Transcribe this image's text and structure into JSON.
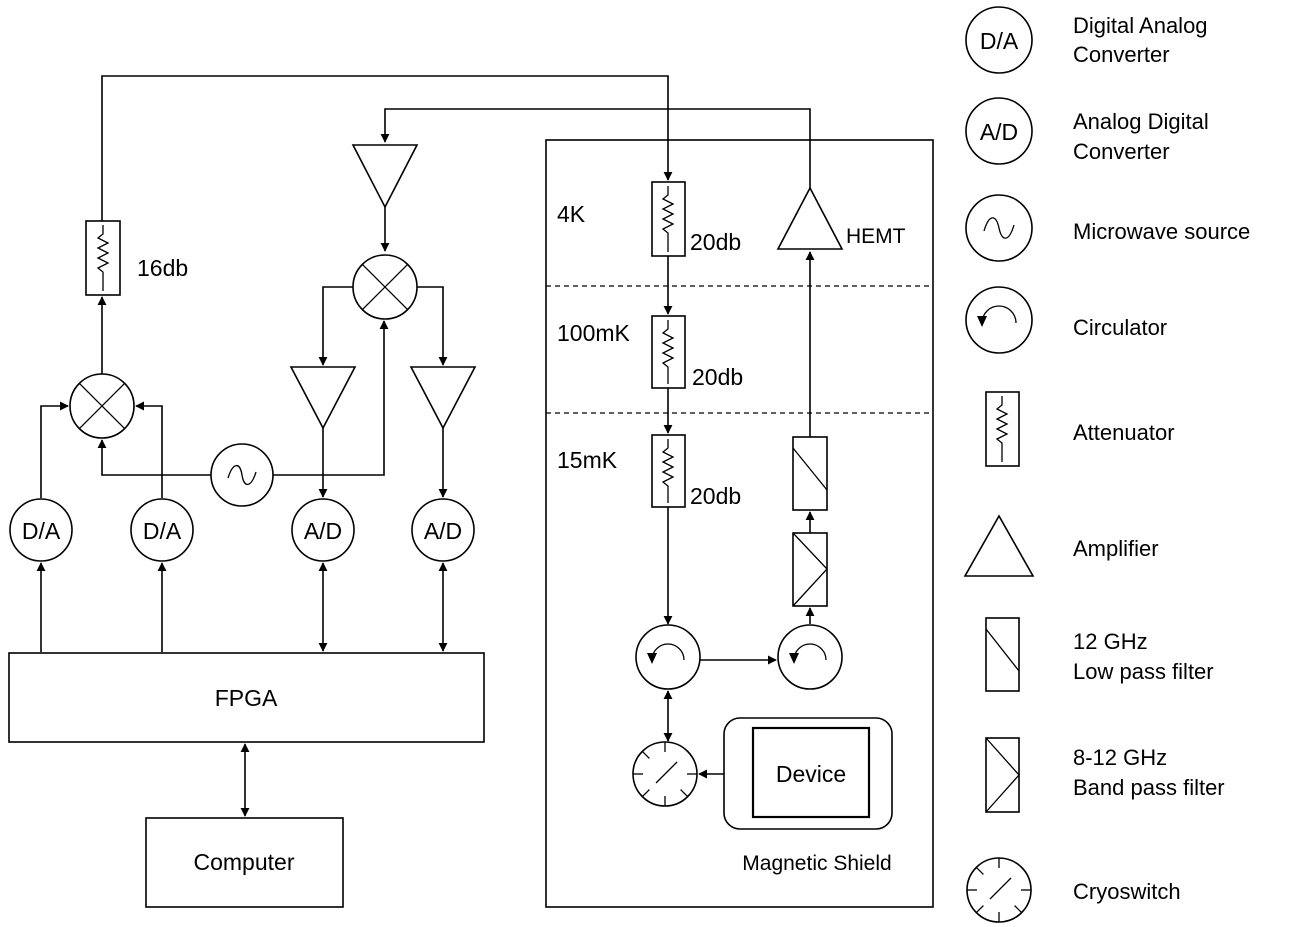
{
  "blocks": {
    "fpga": "FPGA",
    "computer": "Computer",
    "device": "Device",
    "magnetic_shield": "Magnetic Shield",
    "hemt": "HEMT",
    "da_1": "D/A",
    "da_2": "D/A",
    "ad_1": "A/D",
    "ad_2": "A/D"
  },
  "attenuations": {
    "room_temp": "16db",
    "stage_4k": "20db",
    "stage_100mk": "20db",
    "stage_15mk": "20db"
  },
  "stages": {
    "s4k": "4K",
    "s100mk": "100mK",
    "s15mk": "15mK"
  },
  "legend": {
    "da_symbol": "D/A",
    "ad_symbol": "A/D",
    "da_line1": "Digital Analog",
    "da_line2": "Converter",
    "ad_line1": "Analog Digital",
    "ad_line2": "Converter",
    "microwave": "Microwave source",
    "circulator": "Circulator",
    "attenuator": "Attenuator",
    "amplifier": "Amplifier",
    "lpf_line1": "12 GHz",
    "lpf_line2": "Low pass filter",
    "bpf_line1": "8-12 GHz",
    "bpf_line2": "Band pass filter",
    "cryoswitch": "Cryoswitch"
  }
}
